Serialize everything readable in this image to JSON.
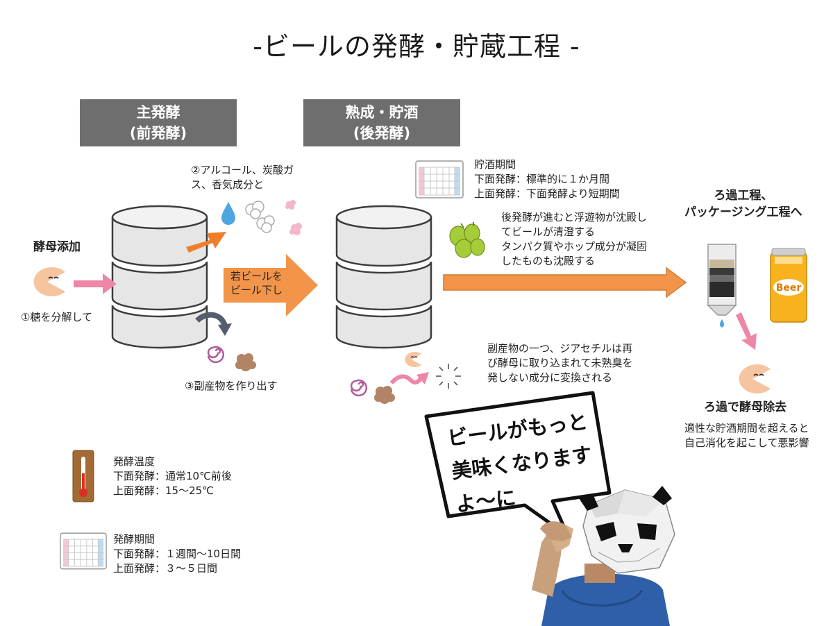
{
  "title": "-ビールの発酵・貯蔵工程 -",
  "stages": {
    "primary": "主発酵\n(前発酵)",
    "secondary": "熟成・貯酒\n(後発酵)"
  },
  "yeast_add": "酵母添加",
  "step1": "①糖を分解して",
  "step2": "②アルコール、炭酸ガ\nス、香気成分と",
  "step3": "③副産物を作り出す",
  "transfer_arrow": "若ビールを\nビール下し",
  "storage_period": "貯酒期間\n下面発酵：標準的に１か月間\n上面発酵：下面発酵より短期間",
  "sediment_note": "後発酵が進むと浮遊物が沈殿し\nてビールが清澄する\nタンパク質やホップ成分が凝固\nしたものも沈殿する",
  "byproduct_note": "副産物の一つ、ジアセチルは再\nび酵母に取り込まれて未熟臭を\n発しない成分に変換される",
  "next_process": "ろ過工程、\nパッケージング工程へ",
  "beer_can_text": "Beer",
  "filtration_title": "ろ過で酵母除去",
  "filtration_note": "適性な貯酒期間を超えると\n自己消化を起こして悪影響",
  "ferment_temp": "発酵温度\n下面発酵：通常10℃前後\n上面発酵：15～25℃",
  "ferment_period": "発酵期間\n下面発酵：１週間～10日間\n上面発酵：３～５日間",
  "speech_bubble": "ビールがもっと\n美味くなります\nよ～に",
  "colors": {
    "stage_box": "#6e6e6e",
    "orange_arrow": "#f2954a",
    "pink_arrow": "#ee86a6",
    "tank_fill": "#e6e6e6",
    "tank_stroke": "#3c3c3c"
  }
}
